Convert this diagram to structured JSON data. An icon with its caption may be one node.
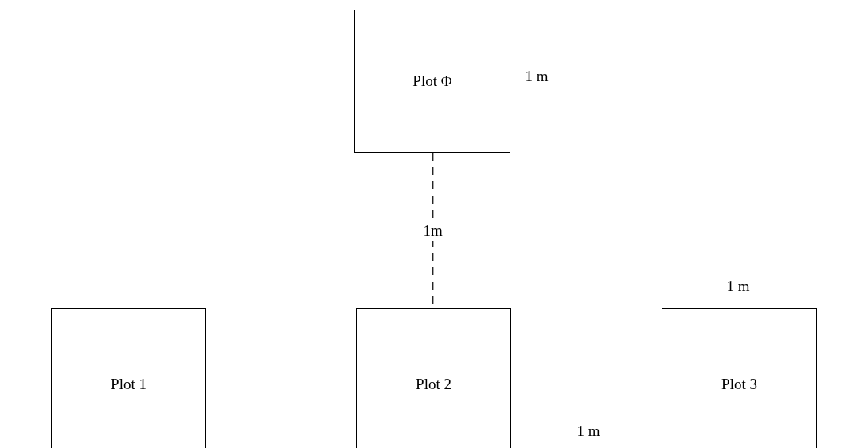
{
  "diagram": {
    "nodes": [
      {
        "text": [
          "Plot Φ"
        ]
      },
      {
        "text": [
          "Plot 1"
        ]
      },
      {
        "text": [
          "Plot 2"
        ]
      },
      {
        "text": [
          "Plot 3"
        ]
      }
    ],
    "edges": [
      {
        "from": 0,
        "to": 2,
        "arrow": "none",
        "style": "dashed",
        "label": "1m"
      }
    ],
    "labels": [
      "1 m",
      "1 m",
      "1 m"
    ]
  }
}
